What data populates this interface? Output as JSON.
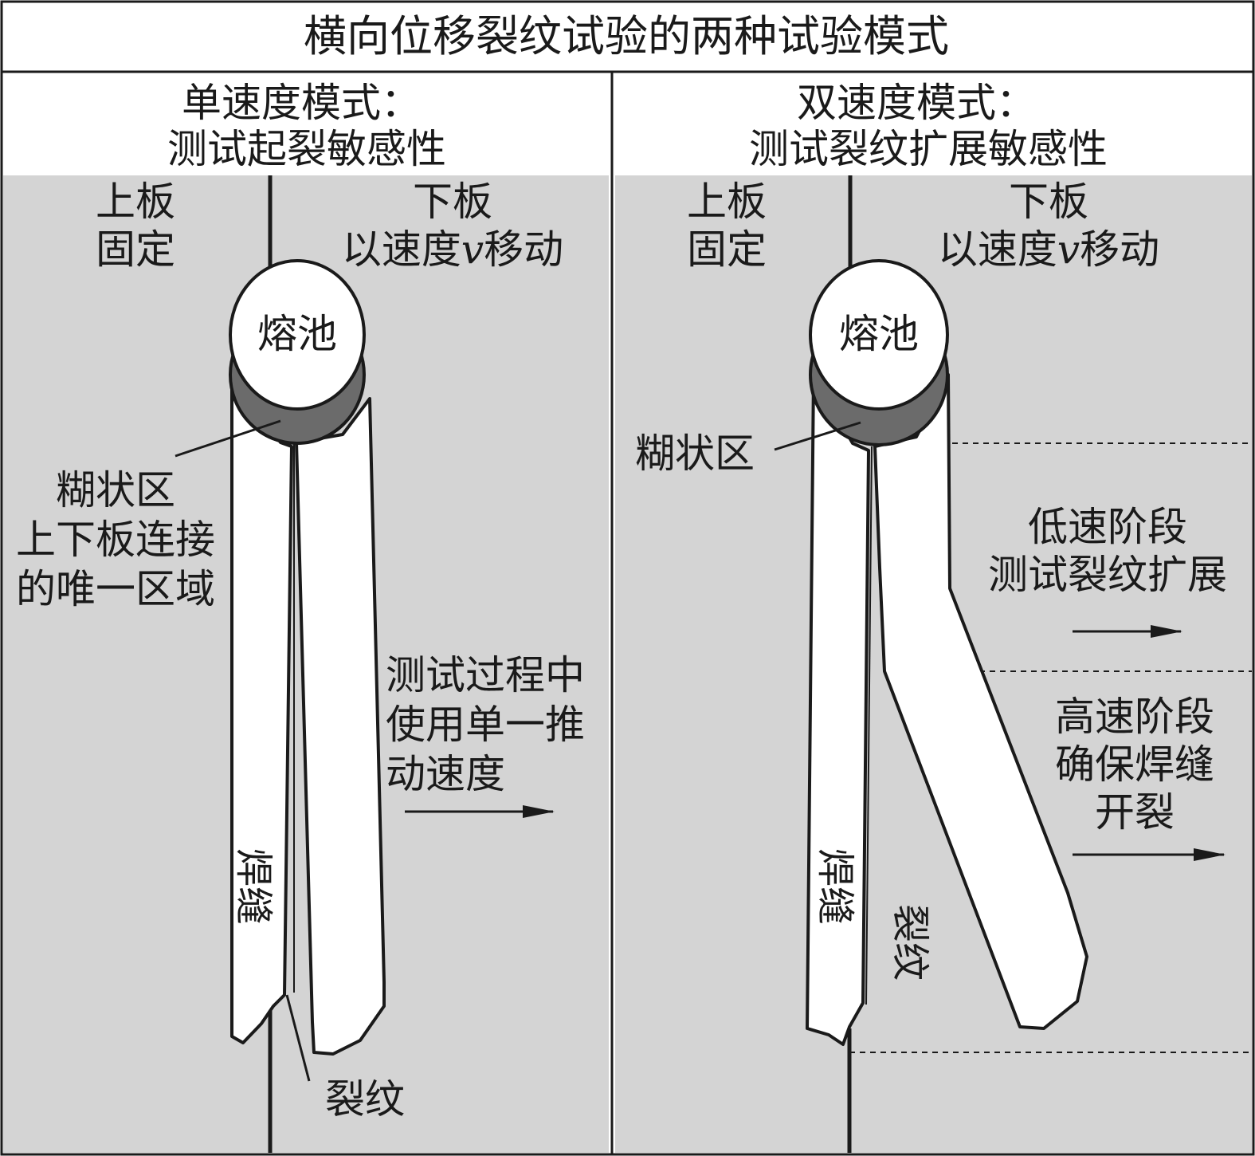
{
  "title": "横向位移裂纹试验的两种试验模式",
  "colors": {
    "background": "#d4d4d4",
    "weld": "#ffffff",
    "mushy": "#6b6b6b",
    "line": "#1a1a1a"
  },
  "left": {
    "heading_line1": "单速度模式：",
    "heading_line2": "测试起裂敏感性",
    "upper_plate_line1": "上板",
    "upper_plate_line2": "固定",
    "lower_plate_line1": "下板",
    "lower_plate_line2_pre": "以速度",
    "lower_plate_var": "v",
    "lower_plate_line2_post": "移动",
    "pool": "熔池",
    "mushy_line1": "糊状区",
    "mushy_line2": "上下板连接",
    "mushy_line3": "的唯一区域",
    "note_line1": "测试过程中",
    "note_line2": "使用单一推",
    "note_line3": "动速度",
    "weld": "焊缝",
    "crack": "裂纹"
  },
  "right": {
    "heading_line1": "双速度模式：",
    "heading_line2": "测试裂纹扩展敏感性",
    "upper_plate_line1": "上板",
    "upper_plate_line2": "固定",
    "lower_plate_line1": "下板",
    "lower_plate_line2_pre": "以速度",
    "lower_plate_var": "v",
    "lower_plate_line2_post": "移动",
    "pool": "熔池",
    "mushy": "糊状区",
    "low_line1": "低速阶段",
    "low_line2": "测试裂纹扩展",
    "high_line1": "高速阶段",
    "high_line2": "确保焊缝",
    "high_line3": "开裂",
    "weld": "焊缝",
    "crack": "裂纹"
  }
}
